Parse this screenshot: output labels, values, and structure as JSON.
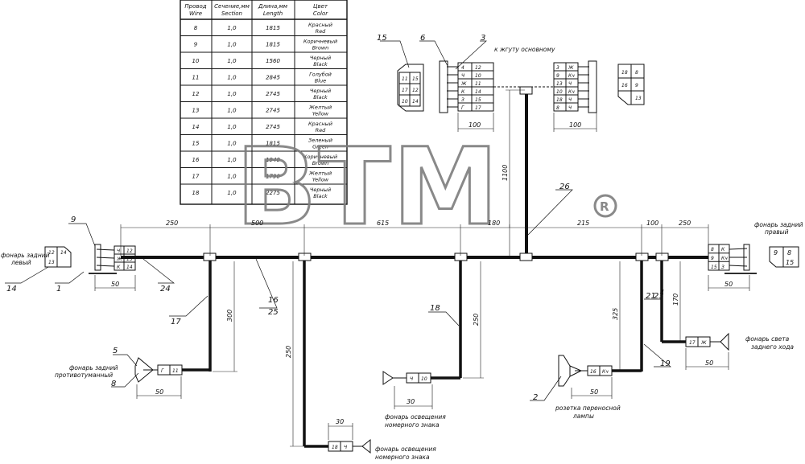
{
  "table": {
    "headers": [
      [
        "Провод",
        "Wire"
      ],
      [
        "Сечение,мм",
        "Section"
      ],
      [
        "Длина,мм",
        "Length"
      ],
      [
        "Цвет",
        "Color"
      ]
    ],
    "rows": [
      {
        "wire": "8",
        "section": "1,0",
        "length": "1815",
        "color_ru": "Красный",
        "color_en": "Red"
      },
      {
        "wire": "9",
        "section": "1,0",
        "length": "1815",
        "color_ru": "Коричневый",
        "color_en": "Brown"
      },
      {
        "wire": "10",
        "section": "1,0",
        "length": "1560",
        "color_ru": "Черный",
        "color_en": "Black"
      },
      {
        "wire": "11",
        "section": "1,0",
        "length": "2845",
        "color_ru": "Голубой",
        "color_en": "Blue"
      },
      {
        "wire": "12",
        "section": "1,0",
        "length": "2745",
        "color_ru": "Черный",
        "color_en": "Black"
      },
      {
        "wire": "13",
        "section": "1,0",
        "length": "2745",
        "color_ru": "Желтый",
        "color_en": "Yellow"
      },
      {
        "wire": "14",
        "section": "1,0",
        "length": "2745",
        "color_ru": "Красный",
        "color_en": "Red"
      },
      {
        "wire": "15",
        "section": "1,0",
        "length": "1815",
        "color_ru": "Зеленый",
        "color_en": "Green"
      },
      {
        "wire": "16",
        "section": "1,0",
        "length": "1940",
        "color_ru": "Коричневый",
        "color_en": "Brown"
      },
      {
        "wire": "17",
        "section": "1,0",
        "length": "1790",
        "color_ru": "Желтый",
        "color_en": "Yellow"
      },
      {
        "wire": "18",
        "section": "1,0",
        "length": "2275",
        "color_ru": "Черный",
        "color_en": "Black"
      }
    ]
  },
  "watermark": {
    "text": "BTM",
    "reg": "®"
  },
  "main_dims": [
    "250",
    "500",
    "615",
    "180",
    "215",
    "100",
    "250"
  ],
  "branch_dims": {
    "b17": "300",
    "b16": "250",
    "b18": "250",
    "b19": "325",
    "b23": "170",
    "trunk26": "1100",
    "left_end": "50",
    "right_end": "50",
    "top_mid": "100",
    "top_right": "100",
    "c5": "50",
    "c_plate1": "30",
    "c_plate2": "30",
    "c2": "50",
    "c_rev": "50"
  },
  "callouts": [
    "15",
    "6",
    "3",
    "9",
    "14",
    "1",
    "24",
    "17",
    "16",
    "25",
    "26",
    "18",
    "21",
    "23",
    "19",
    "5",
    "8",
    "2"
  ],
  "labels": {
    "to_main": "к жгуту основному",
    "lamp_left": [
      "фонарь задний",
      "левый"
    ],
    "lamp_right": [
      "фонарь задний",
      "правый"
    ],
    "lamp_fog": [
      "фонарь задний",
      "противотуманный"
    ],
    "plate1": [
      "фонарь освещения",
      "номерного знака"
    ],
    "plate2": [
      "фонарь освещения",
      "номерного знака"
    ],
    "reverse": [
      "фонарь света",
      "заднего хода"
    ],
    "socket": [
      "розетка переносной",
      "лампы"
    ]
  },
  "conn_top_mid_left": [
    "4",
    "Ч",
    "Ж",
    "К",
    "З",
    "Г"
  ],
  "conn_top_mid_right": [
    "12",
    "10",
    "11",
    "14",
    "15",
    "17"
  ],
  "conn_top_right_left": [
    "3",
    "9",
    "13",
    "10",
    "18",
    "8"
  ],
  "conn_top_right_right": [
    "Ж",
    "Кч",
    "Ч",
    "Кч",
    "Ч",
    "Ч"
  ],
  "plug15_pins": [
    "11",
    "15",
    "17",
    "12",
    "10",
    "14"
  ],
  "plug3_pins": [
    "18",
    "8",
    "16",
    "9",
    "",
    "13"
  ],
  "conn_left_lamp": [
    "12",
    "14",
    "13"
  ],
  "conn_left_colors": [
    "Ч",
    "Ж",
    "К"
  ],
  "conn_left_wires": [
    "12",
    "13",
    "14"
  ],
  "conn_right_lamp": [
    "9",
    "8",
    "15"
  ],
  "conn_right_colors": [
    "К",
    "Кч",
    "З"
  ],
  "conn_right_wires": [
    "8",
    "9",
    "15"
  ],
  "conn_fog": [
    "Г",
    "11"
  ],
  "conn_plate1": [
    "Ч",
    "10"
  ],
  "conn_plate2": [
    "18",
    "Ч"
  ],
  "conn_socket": [
    "16",
    "Кч"
  ],
  "conn_reverse": [
    "17",
    "Ж"
  ]
}
